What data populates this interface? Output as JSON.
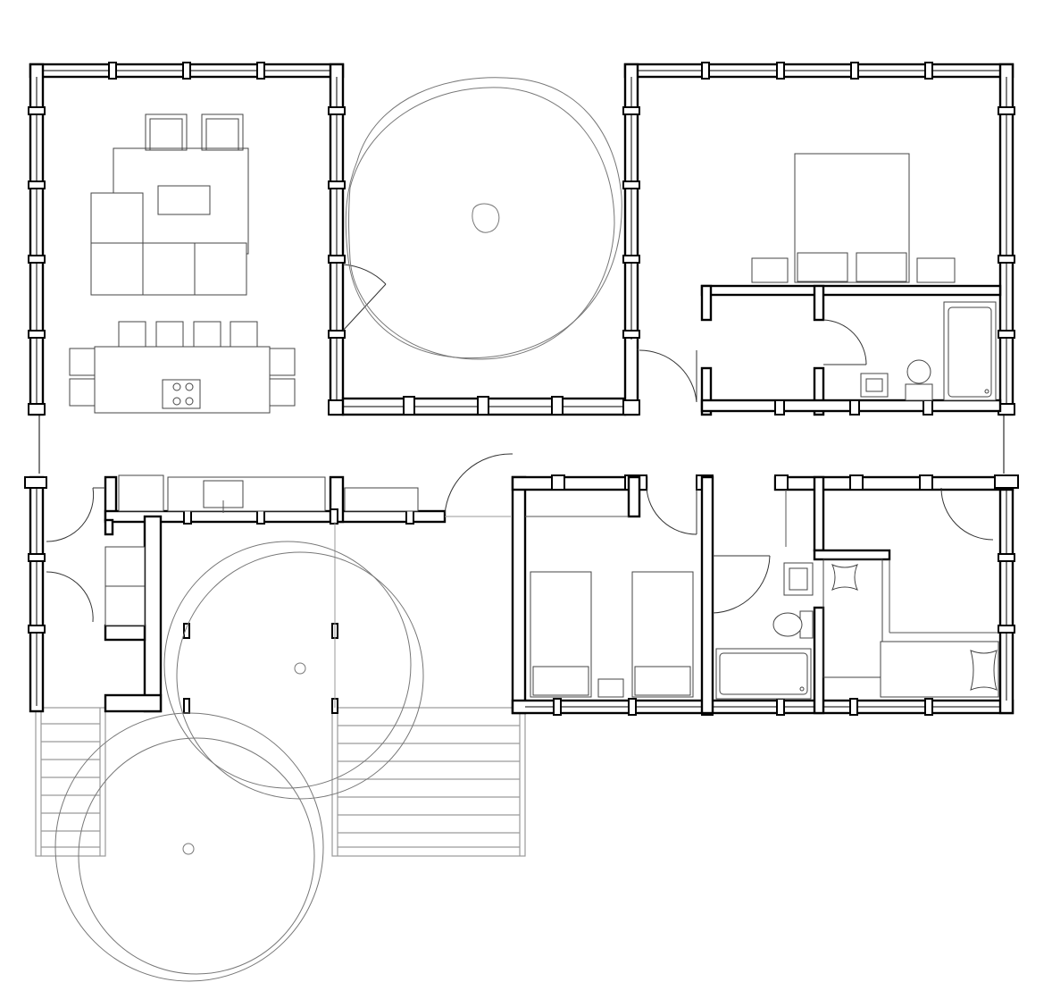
{
  "drawing": {
    "type": "architectural floor plan",
    "colors": {
      "background": "#ffffff",
      "walls": "#000000",
      "furniture": "#444444",
      "trees": "#777777",
      "stairs": "#9a9a9a"
    },
    "rooms": [
      {
        "id": "living-dining",
        "icon": "sofa-icon"
      },
      {
        "id": "courtyard",
        "icon": "tree-icon"
      },
      {
        "id": "master-bedroom",
        "icon": "bed-icon"
      },
      {
        "id": "master-bath",
        "icon": "bathtub-icon"
      },
      {
        "id": "hallway"
      },
      {
        "id": "kitchen",
        "icon": "sink-icon"
      },
      {
        "id": "entry-porch",
        "icon": "tree-icon"
      },
      {
        "id": "bedroom-twin",
        "icon": "bed-icon"
      },
      {
        "id": "bathroom",
        "icon": "toilet-icon"
      },
      {
        "id": "bedroom-corner",
        "icon": "bed-icon"
      }
    ],
    "stairs": [
      {
        "id": "left-steps",
        "treads": 10
      },
      {
        "id": "center-steps",
        "treads": 10
      }
    ]
  }
}
